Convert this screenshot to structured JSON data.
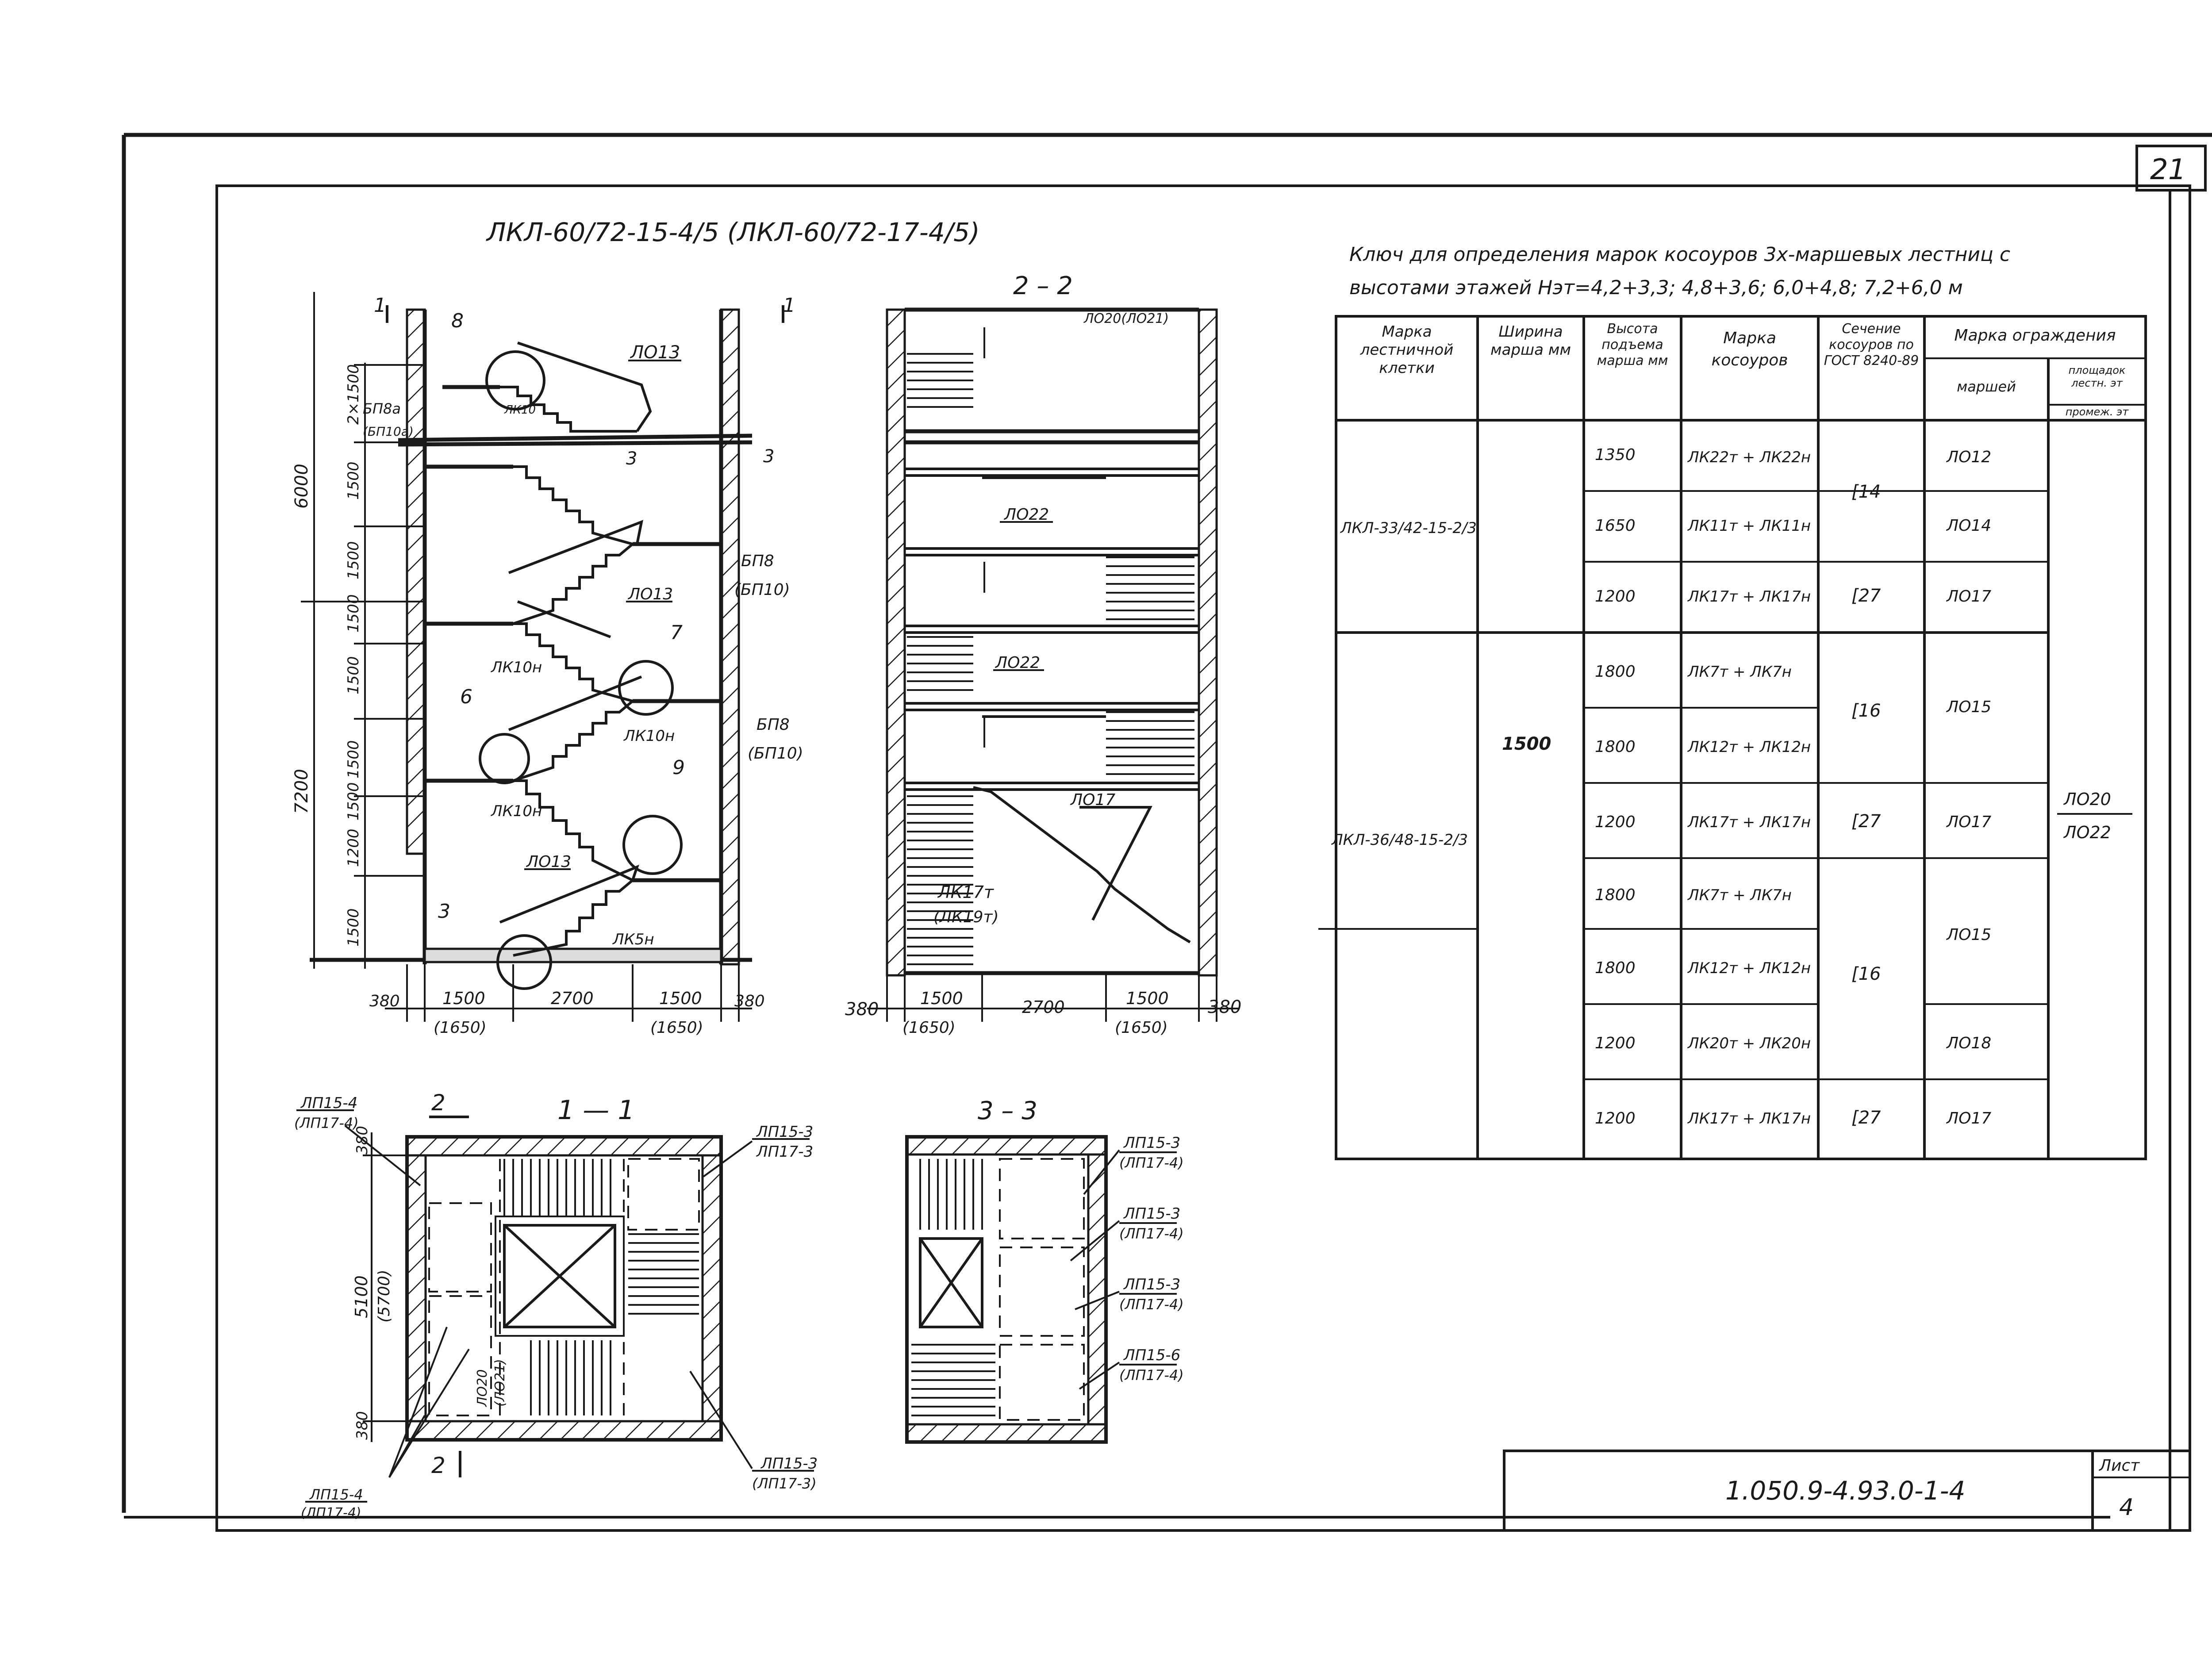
{
  "sheet": {
    "page_number": "21",
    "doc_code": "1.050.9-4.93.0-1-4",
    "list_label": "Лист",
    "list_number": "4"
  },
  "elevation": {
    "title": "ЛКЛ-60/72-15-4/5 (ЛКЛ-60/72-17-4/5)",
    "section_mark": "1",
    "level_dims": [
      "2×1500",
      "1500",
      "1500",
      "1500",
      "1500",
      "1500",
      "1500",
      "1200",
      "1500"
    ],
    "group_dims": [
      "6000",
      "7200"
    ],
    "bottom_dims": [
      "380",
      "1500",
      "2700",
      "1500",
      "380"
    ],
    "bottom_sub_dims": [
      "(1650)",
      "(1650)"
    ],
    "labels": {
      "lo13_top": "ЛО13",
      "lo13_mid": "ЛО13",
      "lo13_low": "ЛО13",
      "bp8a": "БП8а",
      "bp10a": "(БП10а)",
      "lk10": "ЛК10",
      "bp8_upper": "БП8",
      "bp10_upper": "(БП10)",
      "bp8_lower": "БП8",
      "bp10_lower": "(БП10)",
      "lk10n_a": "ЛК10н",
      "lk10n_b": "ЛК10н",
      "lk10n_c": "ЛК10н",
      "lk5n": "ЛК5н",
      "sec3": "3",
      "n8": "8",
      "n7": "7",
      "n6": "6",
      "n9": "9",
      "n3": "3"
    }
  },
  "section22": {
    "title": "2 – 2",
    "labels": {
      "lo20": "ЛО20(ЛО21)",
      "lo22_a": "ЛО22",
      "lo22_b": "ЛО22",
      "lo17": "ЛО17",
      "lk17t": "ЛК17т",
      "lk19t": "(ЛК19т)"
    },
    "bottom_dims": [
      "380",
      "1500",
      "2700",
      "1500",
      "380"
    ],
    "bottom_sub_dims": [
      "(1650)",
      "(1650)"
    ]
  },
  "plan11": {
    "title": "1 — 1",
    "sec_mark": "2",
    "labels": {
      "lp15_4_tl": "ЛП15-4",
      "lp17_4_tl": "(ЛП17-4)",
      "lp15_3_tr": "ЛП15-3",
      "lp17_3_tr": "ЛП17-3",
      "lo20": "ЛО20",
      "lo21": "(ЛО21)",
      "lp15_3_br": "ЛП15-3",
      "lp17_3_br": "(ЛП17-3)",
      "lp15_4_bl": "ЛП15-4",
      "lp17_4_bl": "(ЛП17-4)"
    },
    "side_dims": [
      "380",
      "5100",
      "(5700)",
      "380"
    ]
  },
  "plan33": {
    "title": "3 – 3",
    "labels": [
      [
        "ЛП15-3",
        "(ЛП17-4)"
      ],
      [
        "ЛП15-3",
        "(ЛП17-4)"
      ],
      [
        "ЛП15-3",
        "(ЛП17-4)"
      ],
      [
        "ЛП15-6",
        "(ЛП17-4)"
      ]
    ]
  },
  "key_table": {
    "title_line1": "Ключ для определения марок косоуров 3х-маршевых лестниц с",
    "title_line2": "высотами этажей Нэт=4,2+3,3; 4,8+3,6; 6,0+4,8; 7,2+6,0 м",
    "headers": {
      "col1": "Марка лестничной клетки",
      "col2": "Ширина марша мм",
      "col3": "Высота подъема марша мм",
      "col4": "Марка косоуров",
      "col5": "Сечение косоуров по ГОСТ 8240-89",
      "group": "Марка ограждения",
      "col6": "маршей",
      "col7a": "площадок лестн. эт",
      "col7b": "промеж. эт"
    },
    "width_value": "1500",
    "cell_marks": [
      "ЛКЛ-33/42-15-2/3",
      "ЛКЛ-36/48-15-2/3"
    ],
    "rows": [
      {
        "height": "1350",
        "kos": "ЛК22т + ЛК22н",
        "lo": "ЛО12"
      },
      {
        "height": "1650",
        "kos": "ЛК11т + ЛК11н",
        "lo": "ЛО14"
      },
      {
        "height": "1200",
        "kos": "ЛК17т + ЛК17н",
        "lo": "ЛО17"
      },
      {
        "height": "1800",
        "kos": "ЛК7т + ЛК7н"
      },
      {
        "height": "1800",
        "kos": "ЛК12т + ЛК12н"
      },
      {
        "height": "1200",
        "kos": "ЛК17т + ЛК17н",
        "lo": "ЛО17"
      },
      {
        "height": "1800",
        "kos": "ЛК7т + ЛК7н"
      },
      {
        "height": "1800",
        "kos": "ЛК12т + ЛК12н"
      },
      {
        "height": "1200",
        "kos": "ЛК20т + ЛК20н",
        "lo": "ЛО18"
      },
      {
        "height": "1200",
        "kos": "ЛК17т + ЛК17н",
        "lo": "ЛО17"
      }
    ],
    "sections": [
      "[14",
      "[27",
      "[16",
      "[27",
      "[16",
      "[27"
    ],
    "merged_lo": [
      "ЛО15",
      "ЛО15"
    ],
    "fence_landing": [
      "ЛО20",
      "ЛО22"
    ]
  }
}
